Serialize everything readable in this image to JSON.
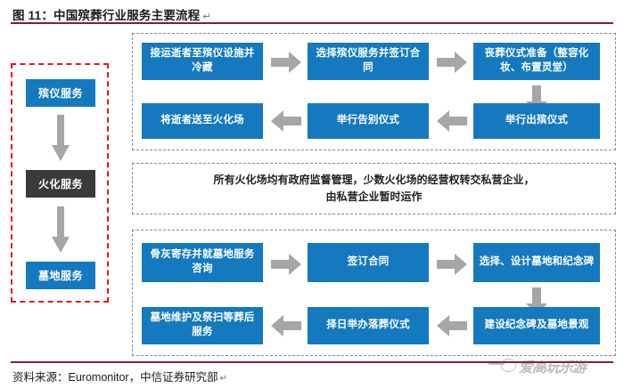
{
  "figure": {
    "title": "图 11：中国殡葬行业服务主要流程",
    "title_mark": "↵",
    "source_label": "资料来源：Euromonitor，中信证券研究部",
    "source_mark": "↵"
  },
  "watermark": {
    "text": "爱高玩乐游"
  },
  "colors": {
    "box_blue": "#1479be",
    "box_dark": "#3a3a3a",
    "arrow_gray": "#a6a6a6",
    "red_dashed": "#e8131a",
    "gray_dashed": "#8a8a8a",
    "rule_maroon": "#7c2230"
  },
  "left_column": {
    "stages": [
      {
        "label": "殡仪服务",
        "style": "blue"
      },
      {
        "label": "火化服务",
        "style": "dark"
      },
      {
        "label": "墓地服务",
        "style": "blue"
      }
    ],
    "connectors": [
      "down-arrow",
      "down-arrow"
    ]
  },
  "panels": {
    "funeral": {
      "row1": [
        "接运逝者至殡仪设施并冷藏",
        "选择殡仪服务并签订合同",
        "丧葬仪式准备（整容化妆、布置灵堂）"
      ],
      "row2": [
        "将逝者送至火化场",
        "举行告别仪式",
        "举行出殡仪式"
      ]
    },
    "cremation_note": {
      "line1": "所有火化场均有政府监督管理，少数火化场的经营权转交私营企业，",
      "line2": "由私营企业暂时运作"
    },
    "cemetery": {
      "row1": [
        "骨灰寄存并就墓地服务咨询",
        "签订合同",
        "选择、设计墓地和纪念碑"
      ],
      "row2": [
        "墓地维护及祭扫等葬后服务",
        "择日举办落葬仪式",
        "建设纪念碑及墓地景观"
      ]
    }
  }
}
